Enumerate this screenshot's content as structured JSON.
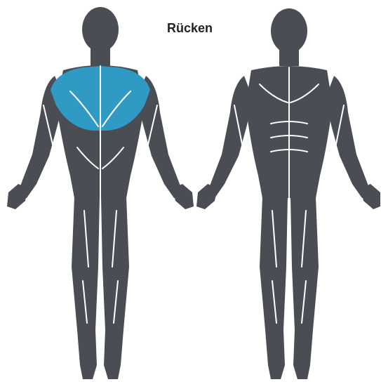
{
  "title": "Rücken",
  "colors": {
    "body": "#4a4d54",
    "highlight": "#2f9bc5",
    "separator": "#ffffff"
  },
  "figures": [
    {
      "view": "back",
      "highlighted_region": "upper-back"
    },
    {
      "view": "front",
      "highlighted_region": null
    }
  ]
}
